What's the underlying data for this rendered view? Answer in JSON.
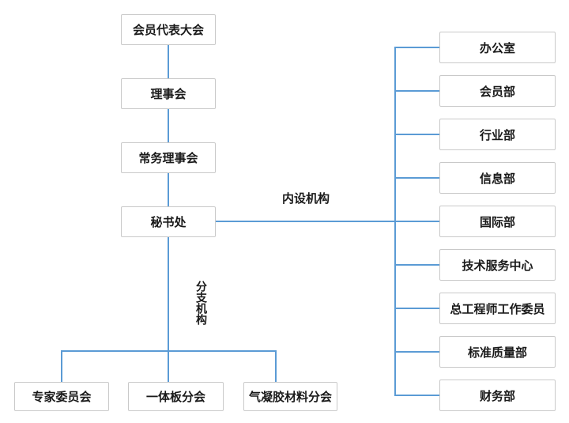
{
  "org_chart": {
    "hierarchy": [
      "会员代表大会",
      "理事会",
      "常务理事会",
      "秘书处"
    ],
    "internal_label": "内设机构",
    "internal_departments": [
      "办公室",
      "会员部",
      "行业部",
      "信息部",
      "国际部",
      "技术服务中心",
      "总工程师工作委员",
      "标准质量部",
      "财务部"
    ],
    "branch_label": "分支机构",
    "branches": [
      "专家委员会",
      "一体板分会",
      "气凝胶材料分会"
    ]
  },
  "colors": {
    "connector": "#5B9BD5",
    "box_border": "#C9C9C9",
    "text": "#1A1A1A",
    "background": "#FFFFFF"
  }
}
